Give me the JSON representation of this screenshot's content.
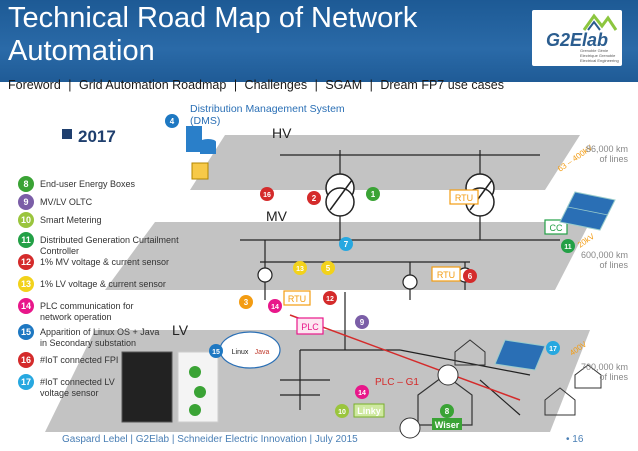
{
  "header": {
    "title_line1": "Technical Road Map of Network",
    "title_line2": "Automation",
    "nav": {
      "foreword": "Foreword",
      "sep1": "|",
      "roadmap": "Grid Automation Roadmap",
      "sep2": "|",
      "challenges": "Challenges",
      "sep3": "|",
      "sgam": "SGAM",
      "sep4": "|",
      "dream": "Dream FP7 use cases"
    },
    "logo": {
      "name": "G2Elab",
      "subtitle": "Grenoble Génie Electrique Grenoble Electrical Engineering"
    }
  },
  "year": "2017",
  "dms": {
    "number": "4",
    "label_line1": "Distribution Management System",
    "label_line2": "(DMS)"
  },
  "levels": {
    "hv": "HV",
    "mv": "MV",
    "lv": "LV"
  },
  "voltages": {
    "hv_km_line1": "86,000 km",
    "hv_km_line2": "of lines",
    "mv_km_line1": "600,000 km",
    "mv_km_line2": "of lines",
    "lv_km_line1": "700,000 km",
    "lv_km_line2": "of lines",
    "hv_kv": "63 – 400kV",
    "mv_kv": "20kV",
    "lv_kv": "400V"
  },
  "legend": [
    {
      "num": "8",
      "color": "#3aa335",
      "text": "End-user Energy Boxes"
    },
    {
      "num": "9",
      "color": "#7b5ea7",
      "text": "MV/LV OLTC"
    },
    {
      "num": "10",
      "color": "#9ac53d",
      "text": "Smart Metering"
    },
    {
      "num": "11",
      "color": "#23a046",
      "text": "Distributed Generation Curtailment Controller"
    },
    {
      "num": "12",
      "color": "#d42b2b",
      "text": "1% MV voltage & current sensor"
    },
    {
      "num": "13",
      "color": "#f2d21b",
      "text": "1% LV voltage & current sensor"
    },
    {
      "num": "14",
      "color": "#e8178a",
      "text": "PLC communication for",
      "text2": "network operation"
    },
    {
      "num": "15",
      "color": "#1e78c2",
      "text": "Apparition of Linux OS + Java",
      "text2": "in Secondary substation"
    },
    {
      "num": "16",
      "color": "#d42b2b",
      "text": "#IoT connected FPI"
    },
    {
      "num": "17",
      "color": "#27a8e0",
      "text": "#IoT connected LV",
      "text2": "voltage sensor"
    }
  ],
  "diagram_labels": {
    "rtu1": "RTU",
    "rtu2": "RTU",
    "rtu3": "RTU",
    "plc": "PLC",
    "cc": "CC",
    "plc_g1": "PLC – G1",
    "linky": "Linky",
    "wiser": "Wiser",
    "linux_label": "Linux",
    "java_label": "Java",
    "markers": {
      "m1": "1",
      "m2": "2",
      "m3": "3",
      "m5": "5",
      "m6": "6",
      "m7": "7",
      "m8": "8",
      "m9": "9",
      "m10": "10",
      "m11": "11",
      "m12": "12",
      "m13": "13",
      "m14": "14",
      "m15": "15",
      "m16": "16",
      "m17": "17"
    }
  },
  "footer": {
    "text": "Gaspard Lebel | G2Elab | Schneider Electric Innovation | July 2015",
    "page": "• 16"
  },
  "colors": {
    "header_bg": "#1d5a95",
    "plane": "#b3b3b3",
    "accent_blue": "#2a6fb5",
    "line_red": "#d42b2b",
    "line_orange": "#f39c12"
  }
}
